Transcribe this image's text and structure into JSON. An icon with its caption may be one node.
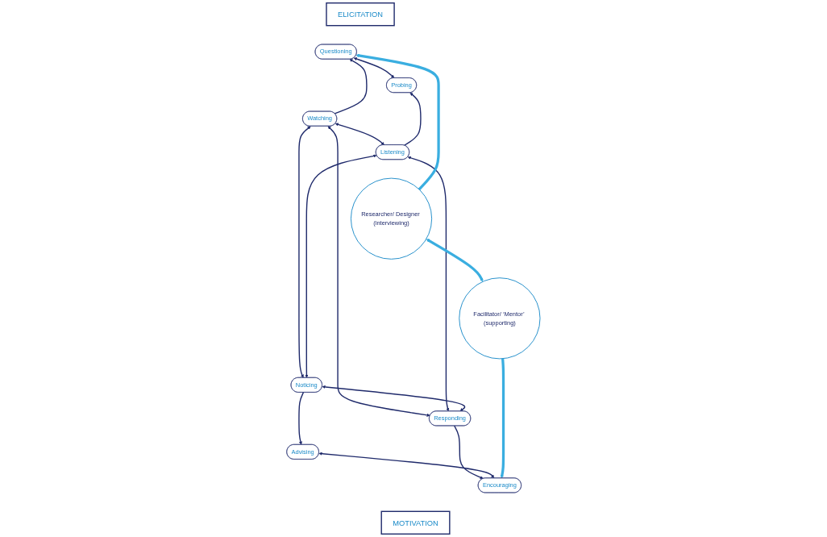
{
  "diagram": {
    "nodes": [
      {
        "text": [
          "ELICITATION"
        ]
      },
      {
        "text": [
          "Questioning"
        ]
      },
      {
        "text": [
          "Probing"
        ]
      },
      {
        "text": [
          "Watching"
        ]
      },
      {
        "text": [
          "Listening"
        ]
      },
      {
        "text": [
          "Researcher/ Designer (interviewing)"
        ]
      },
      {
        "text": [
          "Facilitator/ ‘Mentor’ (supporting)"
        ]
      },
      {
        "text": [
          "Noticing"
        ]
      },
      {
        "text": [
          "Responding"
        ]
      },
      {
        "text": [
          "Advising"
        ]
      },
      {
        "text": [
          "Encouraging"
        ]
      },
      {
        "text": [
          "MOTIVATION"
        ]
      }
    ],
    "edges": [
      {
        "from": 1,
        "to": 2,
        "arrow": "both"
      },
      {
        "from": 3,
        "to": 1,
        "arrow": "to"
      },
      {
        "from": 4,
        "to": 2,
        "arrow": "to"
      },
      {
        "from": 3,
        "to": 4,
        "arrow": "both"
      },
      {
        "from": 3,
        "to": 7,
        "arrow": "both"
      },
      {
        "from": 3,
        "to": 8,
        "arrow": "both"
      },
      {
        "from": 4,
        "to": 7,
        "arrow": "both"
      },
      {
        "from": 4,
        "to": 8,
        "arrow": "both"
      },
      {
        "from": 7,
        "to": 8,
        "arrow": "both"
      },
      {
        "from": 7,
        "to": 9,
        "arrow": "to"
      },
      {
        "from": 8,
        "to": 10,
        "arrow": "to"
      },
      {
        "from": 9,
        "to": 10,
        "arrow": "both"
      },
      {
        "from": 5,
        "to": 1,
        "arrow": "to",
        "style": "thick",
        "color": "#3aaee0"
      },
      {
        "from": 6,
        "to": 10,
        "arrow": "to",
        "style": "thick",
        "color": "#3aaee0"
      },
      {
        "from": 5,
        "to": 6,
        "arrow": "both",
        "style": "thick",
        "color": "#3aaee0"
      }
    ]
  }
}
